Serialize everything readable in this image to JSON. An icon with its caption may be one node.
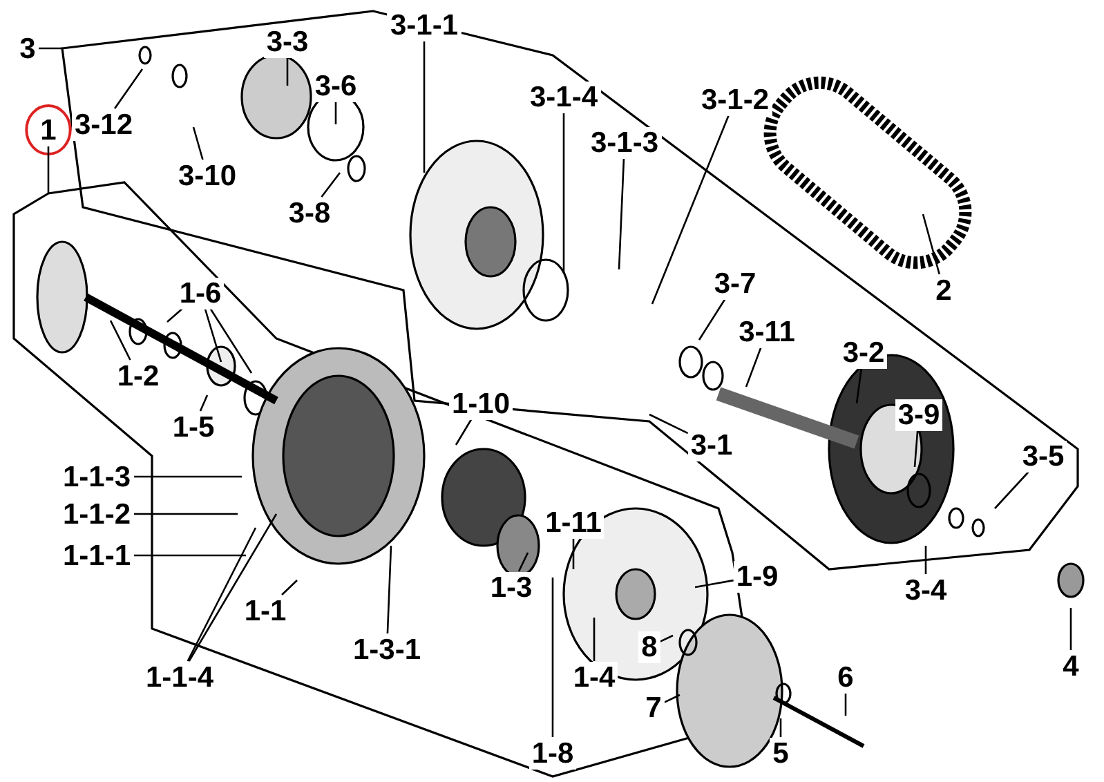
{
  "diagram": {
    "nodes": [
      {
        "text": [
          "3"
        ]
      },
      {
        "text": [
          "1"
        ]
      },
      {
        "text": [
          "3-12"
        ]
      },
      {
        "text": [
          "3-3"
        ]
      },
      {
        "text": [
          "3-6"
        ]
      },
      {
        "text": [
          "3-10"
        ]
      },
      {
        "text": [
          "3-8"
        ]
      },
      {
        "text": [
          "3-1-1"
        ]
      },
      {
        "text": [
          "3-1-4"
        ]
      },
      {
        "text": [
          "3-1-3"
        ]
      },
      {
        "text": [
          "3-1-2"
        ]
      },
      {
        "text": [
          "2"
        ]
      },
      {
        "text": [
          "3-7"
        ]
      },
      {
        "text": [
          "1-6"
        ]
      },
      {
        "text": [
          "3-11"
        ]
      },
      {
        "text": [
          "3-2"
        ]
      },
      {
        "text": [
          "1-2"
        ]
      },
      {
        "text": [
          "1-5"
        ]
      },
      {
        "text": [
          "1-10"
        ]
      },
      {
        "text": [
          "3-1"
        ]
      },
      {
        "text": [
          "3-9"
        ]
      },
      {
        "text": [
          "3-5"
        ]
      },
      {
        "text": [
          "1-1-3"
        ]
      },
      {
        "text": [
          "1-1-2"
        ]
      },
      {
        "text": [
          "1-11"
        ]
      },
      {
        "text": [
          "1-1-1"
        ]
      },
      {
        "text": [
          "1-9"
        ]
      },
      {
        "text": [
          "3-4"
        ]
      },
      {
        "text": [
          "1-3"
        ]
      },
      {
        "text": [
          "1-1"
        ]
      },
      {
        "text": [
          "4"
        ]
      },
      {
        "text": [
          "1-3-1"
        ]
      },
      {
        "text": [
          "8"
        ]
      },
      {
        "text": [
          "6"
        ]
      },
      {
        "text": [
          "1-1-4"
        ]
      },
      {
        "text": [
          "1-4"
        ]
      },
      {
        "text": [
          "7"
        ]
      },
      {
        "text": [
          "1-8"
        ]
      },
      {
        "text": [
          "5"
        ]
      }
    ],
    "edges": [
      {
        "from": 0,
        "to": null,
        "arrow": "none"
      },
      {
        "from": 1,
        "to": null,
        "arrow": "none"
      },
      {
        "from": 2,
        "to": null,
        "arrow": "none"
      },
      {
        "from": 3,
        "to": null,
        "arrow": "none"
      },
      {
        "from": 4,
        "to": null,
        "arrow": "none"
      },
      {
        "from": 5,
        "to": null,
        "arrow": "none"
      },
      {
        "from": 6,
        "to": null,
        "arrow": "none"
      },
      {
        "from": 7,
        "to": null,
        "arrow": "none"
      },
      {
        "from": 8,
        "to": null,
        "arrow": "none"
      },
      {
        "from": 9,
        "to": null,
        "arrow": "none"
      },
      {
        "from": 10,
        "to": null,
        "arrow": "none"
      },
      {
        "from": 11,
        "to": null,
        "arrow": "none"
      },
      {
        "from": 12,
        "to": null,
        "arrow": "none"
      },
      {
        "from": 13,
        "to": null,
        "arrow": "none"
      },
      {
        "from": 13,
        "to": null,
        "arrow": "none"
      },
      {
        "from": 13,
        "to": null,
        "arrow": "none"
      },
      {
        "from": 14,
        "to": null,
        "arrow": "none"
      },
      {
        "from": 15,
        "to": null,
        "arrow": "none"
      },
      {
        "from": 16,
        "to": null,
        "arrow": "none"
      },
      {
        "from": 17,
        "to": null,
        "arrow": "none"
      },
      {
        "from": 18,
        "to": null,
        "arrow": "none"
      },
      {
        "from": 19,
        "to": null,
        "arrow": "none"
      },
      {
        "from": 20,
        "to": null,
        "arrow": "none"
      },
      {
        "from": 21,
        "to": null,
        "arrow": "none"
      },
      {
        "from": 22,
        "to": null,
        "arrow": "none"
      },
      {
        "from": 23,
        "to": null,
        "arrow": "none"
      },
      {
        "from": 24,
        "to": null,
        "arrow": "none"
      },
      {
        "from": 25,
        "to": null,
        "arrow": "none"
      },
      {
        "from": 26,
        "to": null,
        "arrow": "none"
      },
      {
        "from": 27,
        "to": null,
        "arrow": "none"
      },
      {
        "from": 28,
        "to": null,
        "arrow": "none"
      },
      {
        "from": 29,
        "to": null,
        "arrow": "none"
      },
      {
        "from": 30,
        "to": null,
        "arrow": "none"
      },
      {
        "from": 31,
        "to": null,
        "arrow": "none"
      },
      {
        "from": 32,
        "to": null,
        "arrow": "none"
      },
      {
        "from": 33,
        "to": null,
        "arrow": "none"
      },
      {
        "from": 34,
        "to": null,
        "arrow": "none"
      },
      {
        "from": 34,
        "to": null,
        "arrow": "none"
      },
      {
        "from": 35,
        "to": null,
        "arrow": "none"
      },
      {
        "from": 36,
        "to": null,
        "arrow": "none"
      },
      {
        "from": 37,
        "to": null,
        "arrow": "none"
      },
      {
        "from": 38,
        "to": null,
        "arrow": "none"
      }
    ]
  }
}
